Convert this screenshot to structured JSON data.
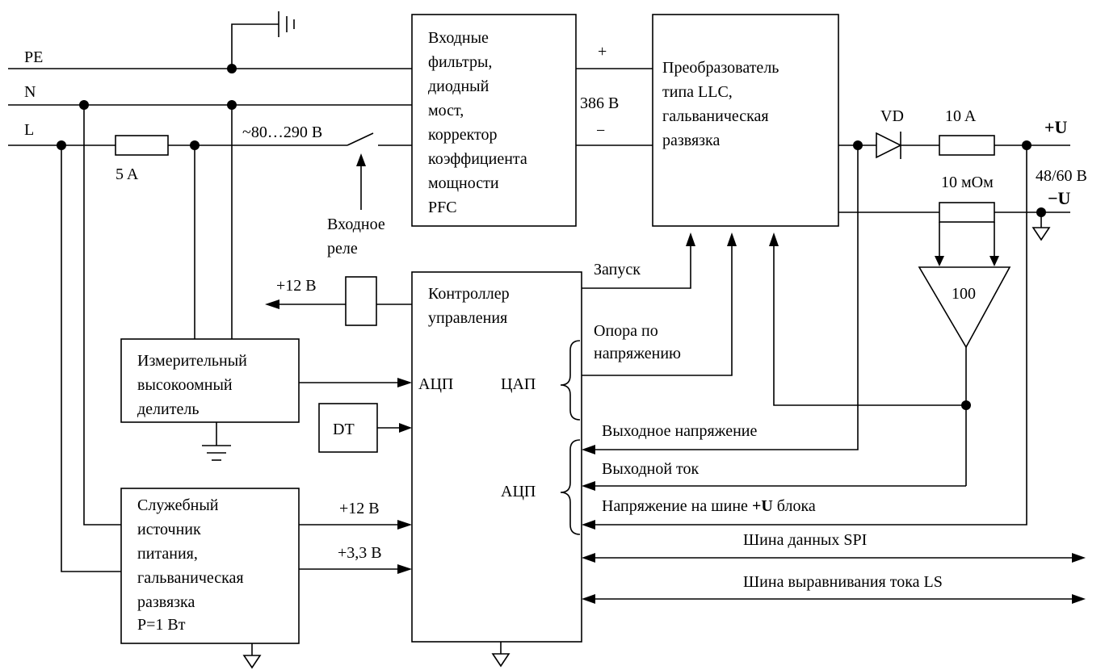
{
  "lines": {
    "pe": "PE",
    "n": "N",
    "l": "L"
  },
  "fuse_input": "5 A",
  "input_voltage": "~80…290 В",
  "relay_label": [
    "Входное",
    "реле"
  ],
  "filter_block": [
    "Входные",
    "фильтры,",
    "диодный",
    "мост,",
    "корректор",
    "коэффициента",
    "мощности",
    "PFC"
  ],
  "dc_bus": {
    "plus": "+",
    "minus": "−",
    "voltage": "386 В"
  },
  "llc_block": [
    "Преобразователь",
    "типа LLC,",
    "гальваническая",
    "развязка"
  ],
  "output": {
    "diode": "VD",
    "fuse": "10 A",
    "plus": "+U",
    "voltage": "48/60 В",
    "minus": "−U",
    "shunt": "10 мОм",
    "amplifier": "100"
  },
  "start_label": "Запуск",
  "voltage_ref": [
    "Опора по",
    "напряжению"
  ],
  "controller": {
    "title": [
      "Контроллер",
      "управления"
    ],
    "adc_left": "АЦП",
    "dac": "ЦАП",
    "adc_right": "АЦП"
  },
  "relay_supply": "+12 В",
  "divider_block": [
    "Измерительный",
    "высокоомный",
    "делитель"
  ],
  "dt_block": "DT",
  "aux_supply": [
    "Служебный",
    "источник",
    "питания,",
    "гальваническая",
    "развязка",
    "P=1 Вт"
  ],
  "aux_outputs": {
    "v12": "+12 В",
    "v33": "+3,3 В"
  },
  "feedback": {
    "out_voltage": "Выходное напряжение",
    "out_current": "Выходной ток",
    "bus_voltage_prefix": "Напряжение на шине ",
    "bus_voltage_bold": "+U",
    "bus_voltage_suffix": " блока"
  },
  "buses": {
    "spi": "Шина данных SPI",
    "ls": "Шина выравнивания тока LS"
  }
}
